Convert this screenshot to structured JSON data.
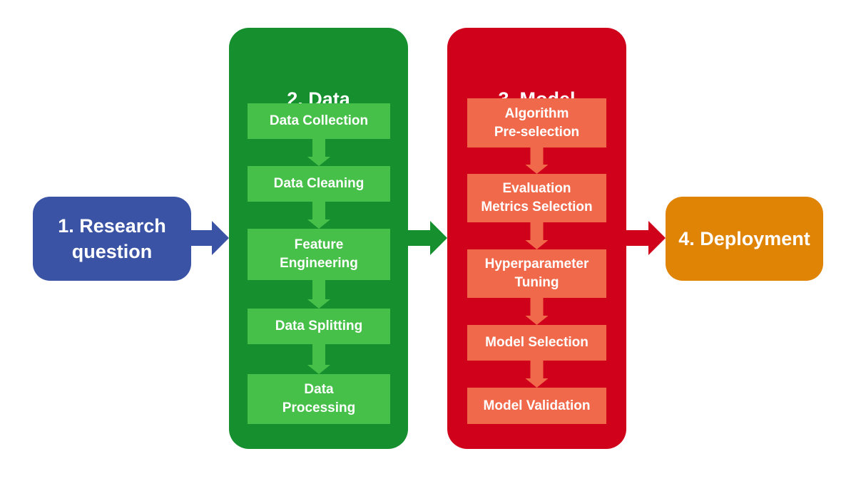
{
  "colors": {
    "research": "#3a53a4",
    "data_column": "#16902f",
    "data_step": "#47c04a",
    "model_column": "#d0021b",
    "model_step": "#f1694b",
    "deployment": "#e08406"
  },
  "stages": {
    "research": "1. Research\nquestion",
    "deployment": "4. Deployment"
  },
  "data_column": {
    "title": "2. Data",
    "steps": [
      "Data Collection",
      "Data Cleaning",
      "Feature\nEngineering",
      "Data Splitting",
      "Data\nProcessing"
    ]
  },
  "model_column": {
    "title": "3. Model",
    "steps": [
      "Algorithm\nPre-selection",
      "Evaluation\nMetrics Selection",
      "Hyperparameter\nTuning",
      "Model Selection",
      "Model Validation"
    ]
  }
}
